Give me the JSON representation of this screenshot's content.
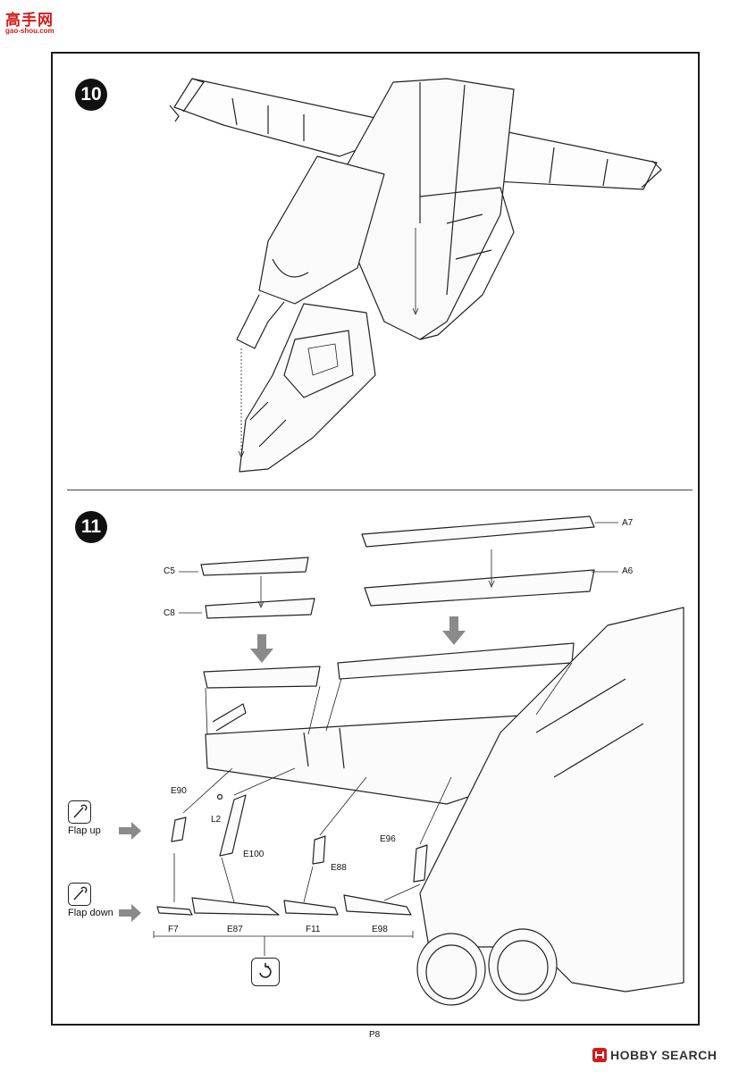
{
  "watermark": {
    "cn": "高手网",
    "url": "gao-shou.com"
  },
  "steps": {
    "s10": "10",
    "s11": "11"
  },
  "parts": {
    "a7": "A7",
    "a6": "A6",
    "c5": "C5",
    "c8": "C8",
    "e90": "E90",
    "l2": "L2",
    "e100": "E100",
    "e88": "E88",
    "e96": "E96",
    "f7": "F7",
    "e87": "E87",
    "f11": "F11",
    "e98": "E98"
  },
  "flap_labels": {
    "up": "Flap up",
    "down": "Flap down"
  },
  "icons": {
    "glue": "glue-brush-icon",
    "rotate": "rotate-icon",
    "arrow": "down-arrow-icon"
  },
  "page": {
    "number": "P8"
  },
  "brand": {
    "name": "HOBBY SEARCH",
    "accent": "#d21c1c"
  }
}
